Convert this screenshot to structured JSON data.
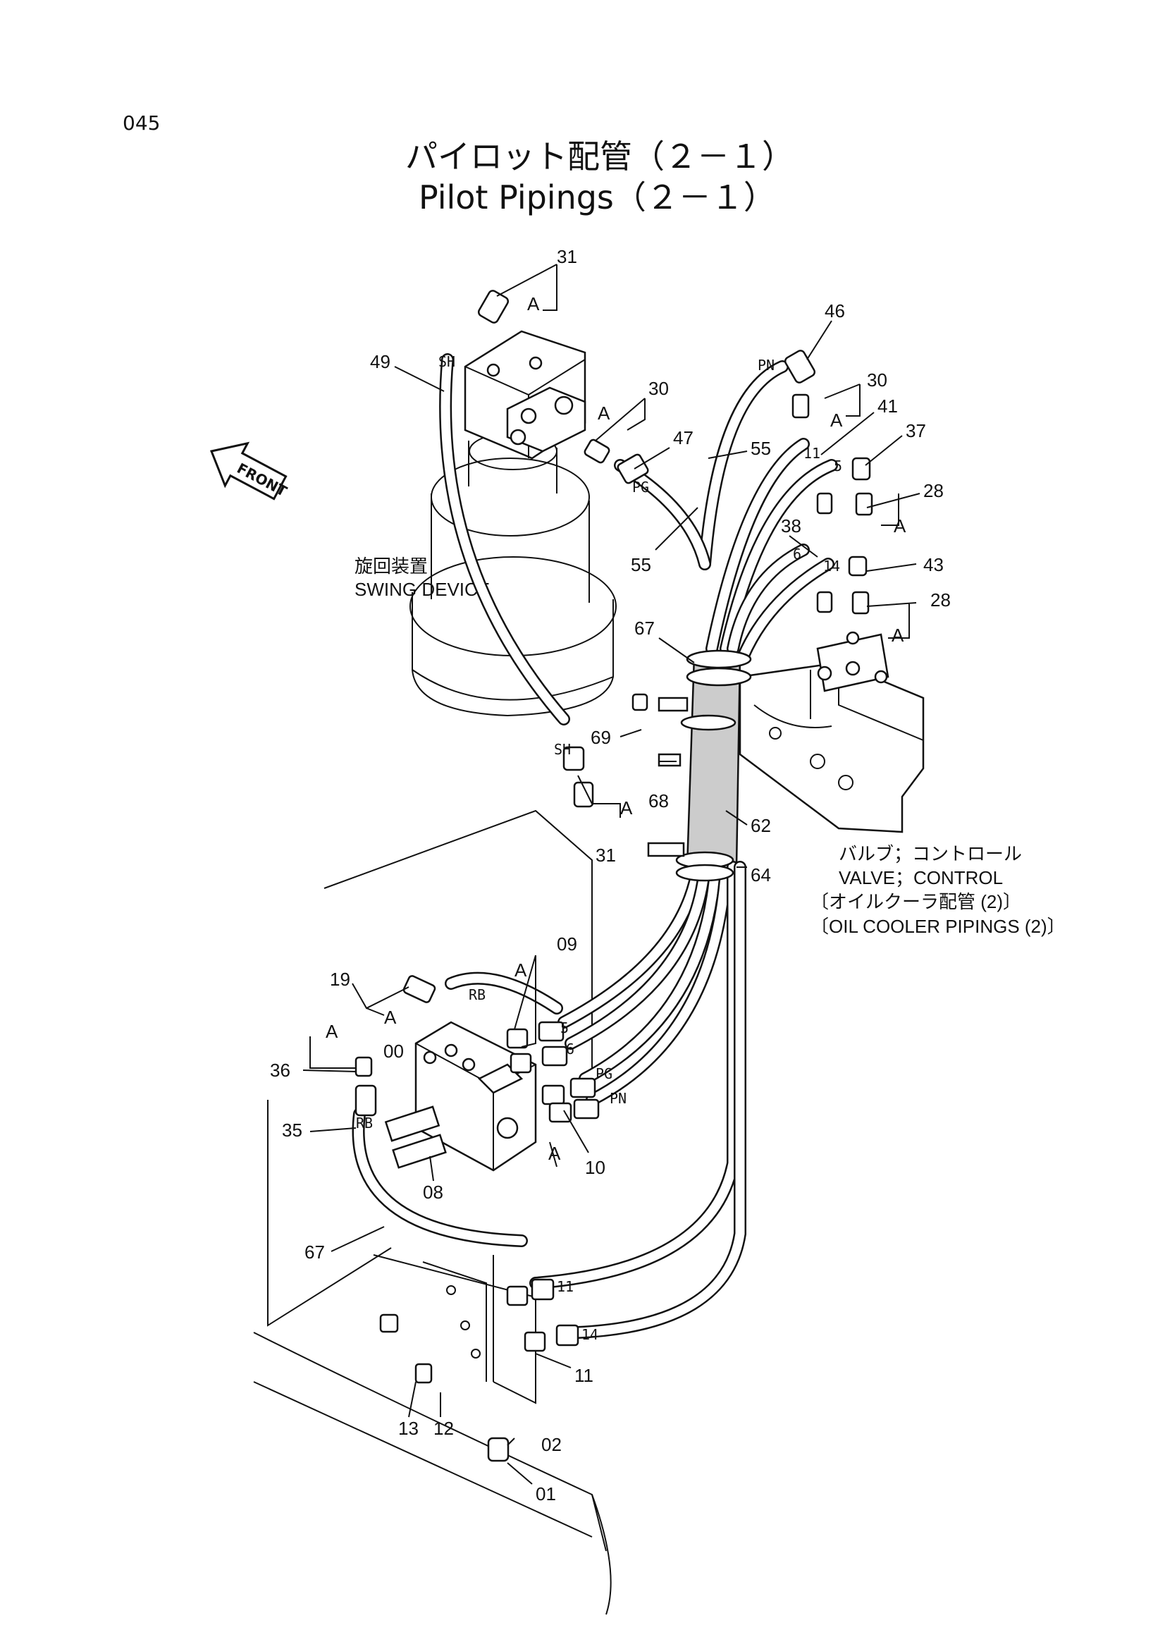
{
  "page_number": "045",
  "title_jp": "パイロット配管（２－１）",
  "title_en": "Pilot Pipings（２－１）",
  "front_label": "FRONT",
  "components": {
    "swing_device_jp": "旋回装置",
    "swing_device_en": "SWING DEVICE",
    "valve_jp": "バルブ；コントロール",
    "valve_en": "VALVE；CONTROL",
    "ref_jp": "〔オイルクーラ配管 (2)〕",
    "ref_en": "〔OIL COOLER PIPINGS (2)〕"
  },
  "port_markers": [
    "SH",
    "SH",
    "PN",
    "PG",
    "RB",
    "RB",
    "PG",
    "PN",
    "5",
    "6",
    "11",
    "14",
    "5",
    "6",
    "11",
    "14"
  ],
  "callouts": [
    "31",
    "A",
    "46",
    "30",
    "49",
    "A",
    "30",
    "41",
    "47",
    "A",
    "37",
    "55",
    "28",
    "A",
    "38",
    "55",
    "43",
    "28",
    "A",
    "67",
    "69",
    "68",
    "62",
    "31",
    "A",
    "64",
    "09",
    "A",
    "19",
    "A",
    "A",
    "00",
    "36",
    "35",
    "10",
    "A",
    "08",
    "67",
    "11",
    "13",
    "12",
    "02",
    "01"
  ]
}
